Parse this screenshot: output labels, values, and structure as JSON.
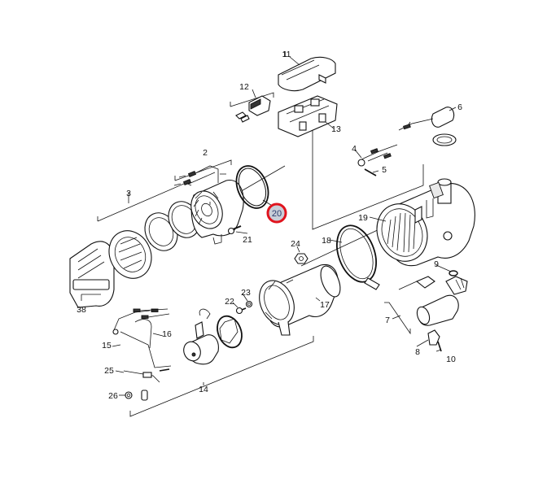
{
  "diagram": {
    "callouts": [
      {
        "id": "c1",
        "label": "1"
      },
      {
        "id": "c2",
        "label": "2"
      },
      {
        "id": "c3",
        "label": "3"
      },
      {
        "id": "c4",
        "label": "4"
      },
      {
        "id": "c5",
        "label": "5"
      },
      {
        "id": "c6",
        "label": "6"
      },
      {
        "id": "c7",
        "label": "7"
      },
      {
        "id": "c8",
        "label": "8"
      },
      {
        "id": "c9",
        "label": "9"
      },
      {
        "id": "c10",
        "label": "10"
      },
      {
        "id": "c11",
        "label": "11"
      },
      {
        "id": "c12",
        "label": "12"
      },
      {
        "id": "c13",
        "label": "13"
      },
      {
        "id": "c14",
        "label": "14"
      },
      {
        "id": "c15",
        "label": "15"
      },
      {
        "id": "c16",
        "label": "16"
      },
      {
        "id": "c17",
        "label": "17"
      },
      {
        "id": "c18",
        "label": "18"
      },
      {
        "id": "c19",
        "label": "19"
      },
      {
        "id": "c20",
        "label": "20"
      },
      {
        "id": "c21",
        "label": "21"
      },
      {
        "id": "c22",
        "label": "22"
      },
      {
        "id": "c23",
        "label": "23"
      },
      {
        "id": "c24",
        "label": "24"
      },
      {
        "id": "c25",
        "label": "25"
      },
      {
        "id": "c26",
        "label": "26"
      },
      {
        "id": "c38",
        "label": "38"
      }
    ],
    "selected_callout": "20",
    "colors": {
      "line": "#111111",
      "highlight_ring": "#e0141e",
      "highlight_fill": "#c9ced8",
      "highlight_text": "#2a3c6e"
    }
  }
}
